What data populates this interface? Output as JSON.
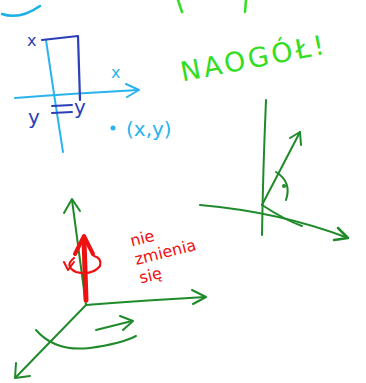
{
  "diagram": {
    "labels": [
      "NAOGÓŁ!",
      "x",
      "x",
      "y",
      "y",
      "(x,y)",
      "nie zmienia się"
    ]
  }
}
